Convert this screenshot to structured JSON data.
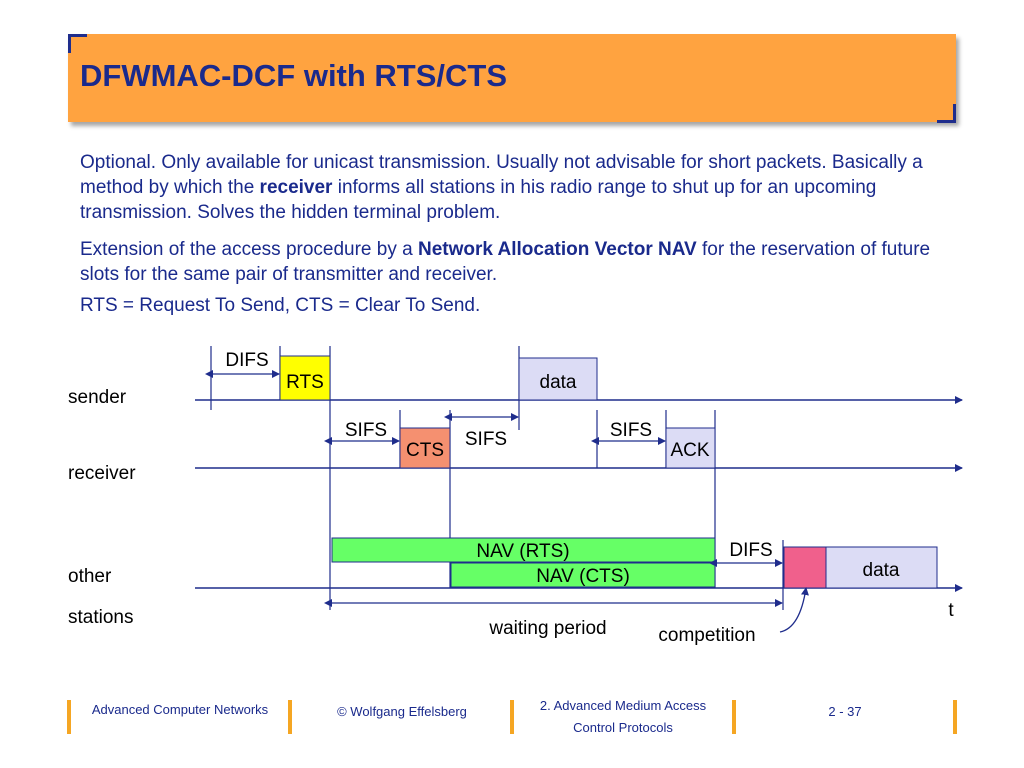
{
  "header": {
    "title": "DFWMAC-DCF with RTS/CTS"
  },
  "body": {
    "p1_a": "Optional. Only available for unicast transmission. Usually not advisable for short packets. Basically a method by which the ",
    "p1_bold": "receiver",
    "p1_b": " informs all stations in his radio range to shut up for an upcoming transmission. Solves the hidden terminal problem.",
    "p2_a": "Extension of the access procedure by a ",
    "p2_bold": "Network Allocation Vector NAV",
    "p2_b": " for the reservation of future slots for the same pair of transmitter and receiver.",
    "p3": "RTS = Request To Send, CTS = Clear To Send."
  },
  "diagram": {
    "rows": {
      "sender": "sender",
      "receiver": "receiver",
      "other": "other",
      "stations": "stations"
    },
    "frames": {
      "rts": "RTS",
      "data": "data",
      "cts": "CTS",
      "ack": "ACK",
      "nav_rts": "NAV (RTS)",
      "nav_cts": "NAV (CTS)",
      "data2": "data"
    },
    "intervals": {
      "difs1": "DIFS",
      "sifs1": "SIFS",
      "sifs2": "SIFS",
      "sifs3": "SIFS",
      "difs2": "DIFS"
    },
    "time_label": "t",
    "waiting_period": "waiting period",
    "competition": "competition",
    "colors": {
      "rts": "#ffff00",
      "data": "#dcdcf5",
      "cts": "#f59070",
      "ack": "#dcdcf5",
      "nav": "#66ff66",
      "contention": "#f0608c",
      "line": "#1f2d8c"
    }
  },
  "footer": {
    "course": "Advanced Computer Networks",
    "author": "© Wolfgang Effelsberg",
    "chapter_line1": "2. Advanced Medium Access",
    "chapter_line2": "Control Protocols",
    "page": "2 - 37"
  }
}
